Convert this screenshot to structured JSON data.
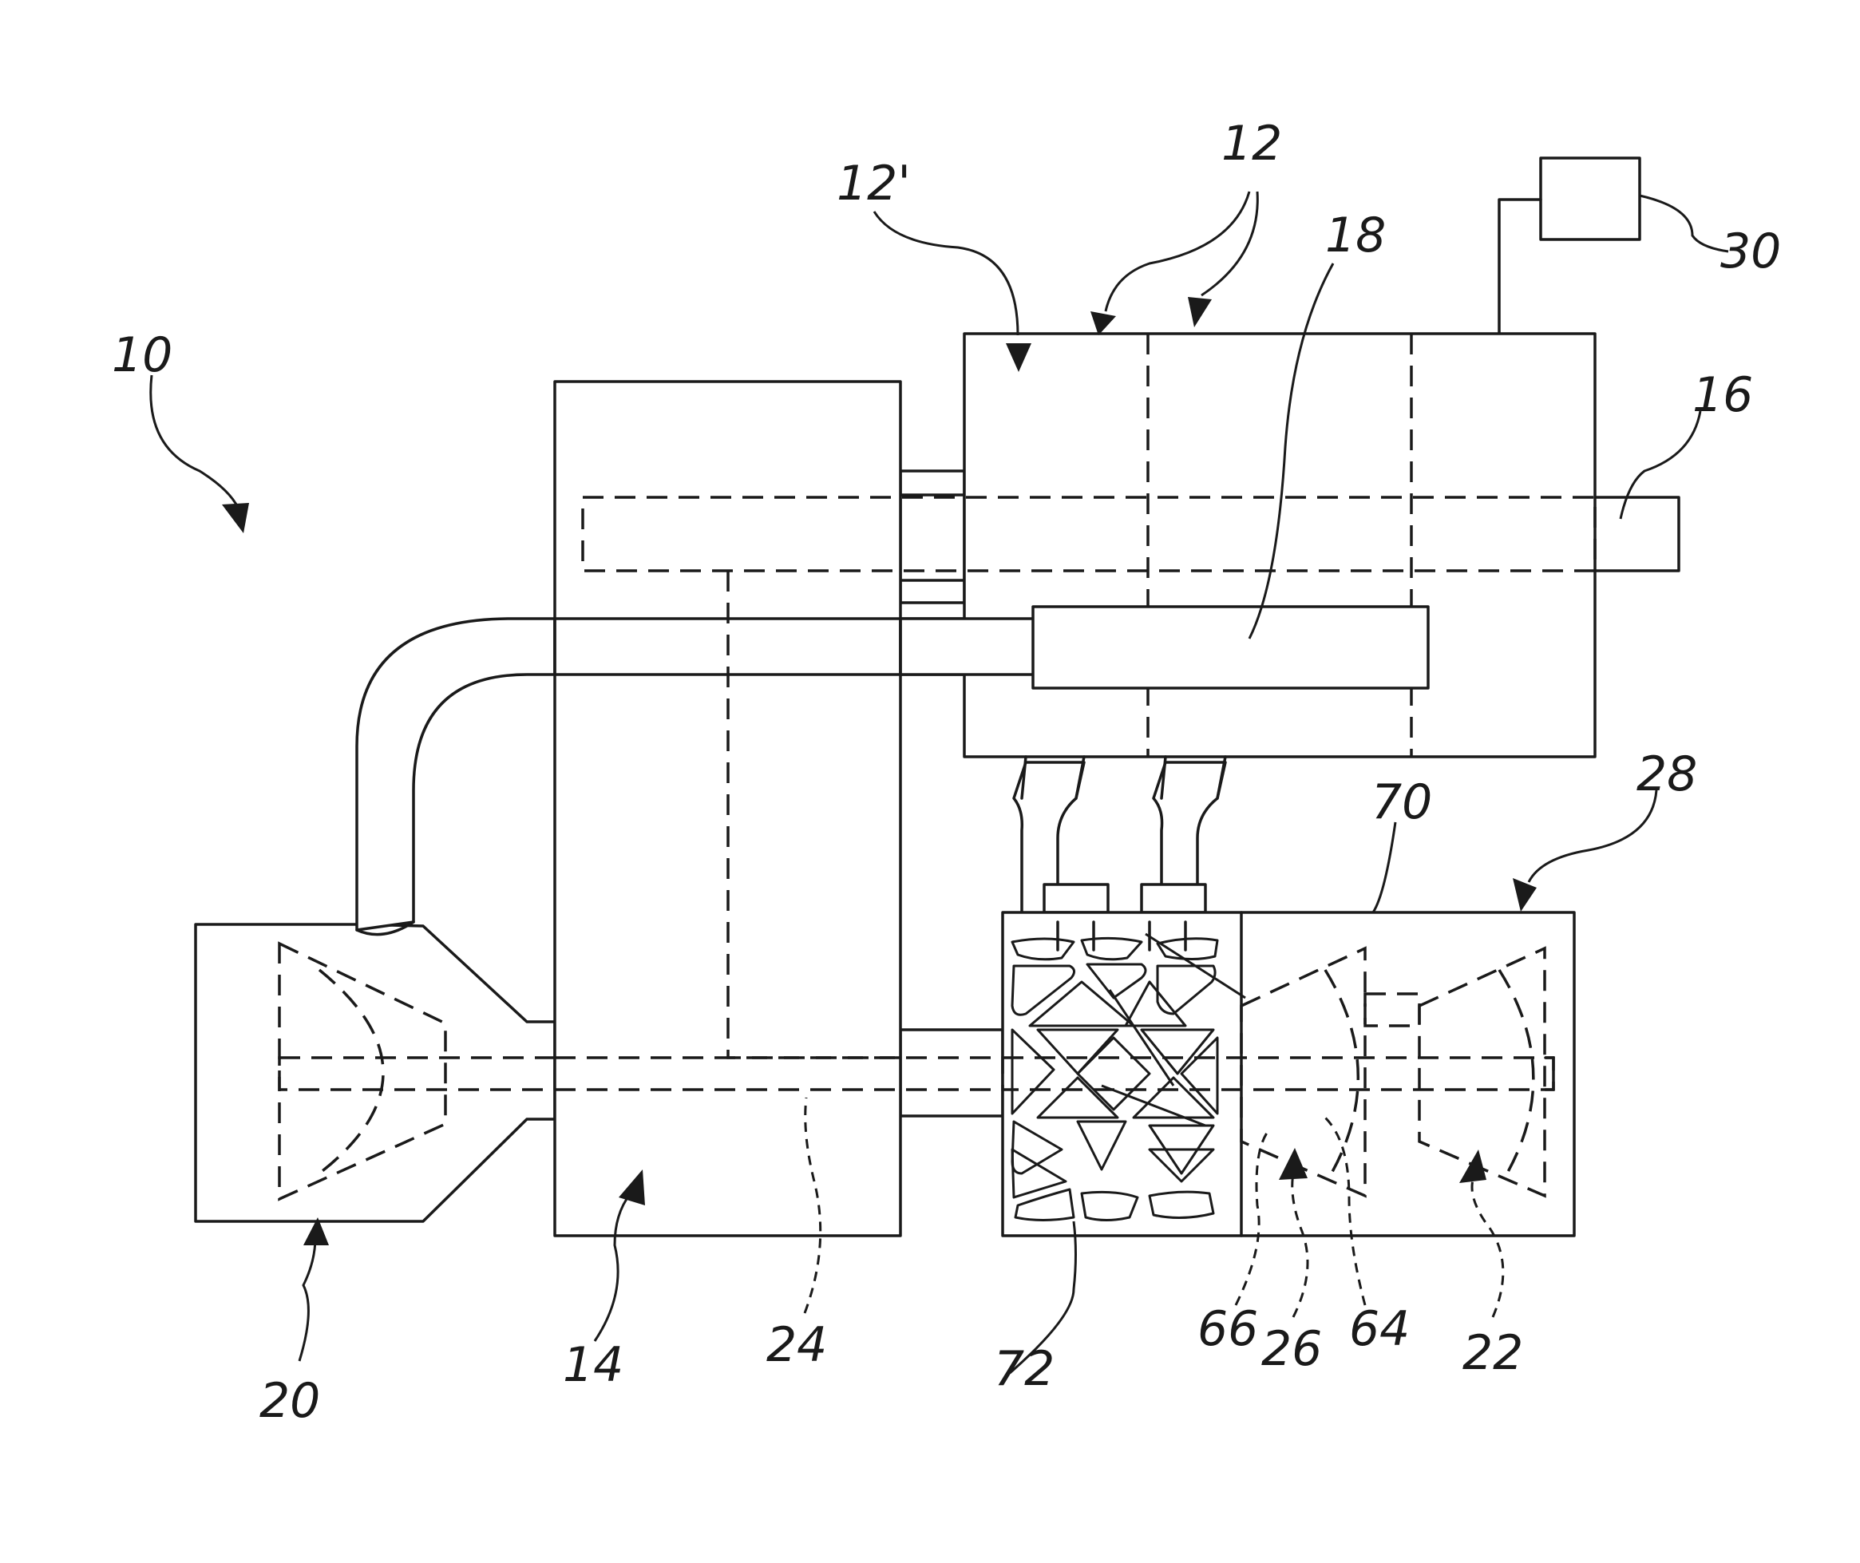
{
  "labels": {
    "l10": "10",
    "l12": "12",
    "l12p": "12'",
    "l14": "14",
    "l16": "16",
    "l18": "18",
    "l20": "20",
    "l22": "22",
    "l24": "24",
    "l26": "26",
    "l28": "28",
    "l30": "30",
    "l64": "64",
    "l66": "66",
    "l70": "70",
    "l72": "72"
  }
}
